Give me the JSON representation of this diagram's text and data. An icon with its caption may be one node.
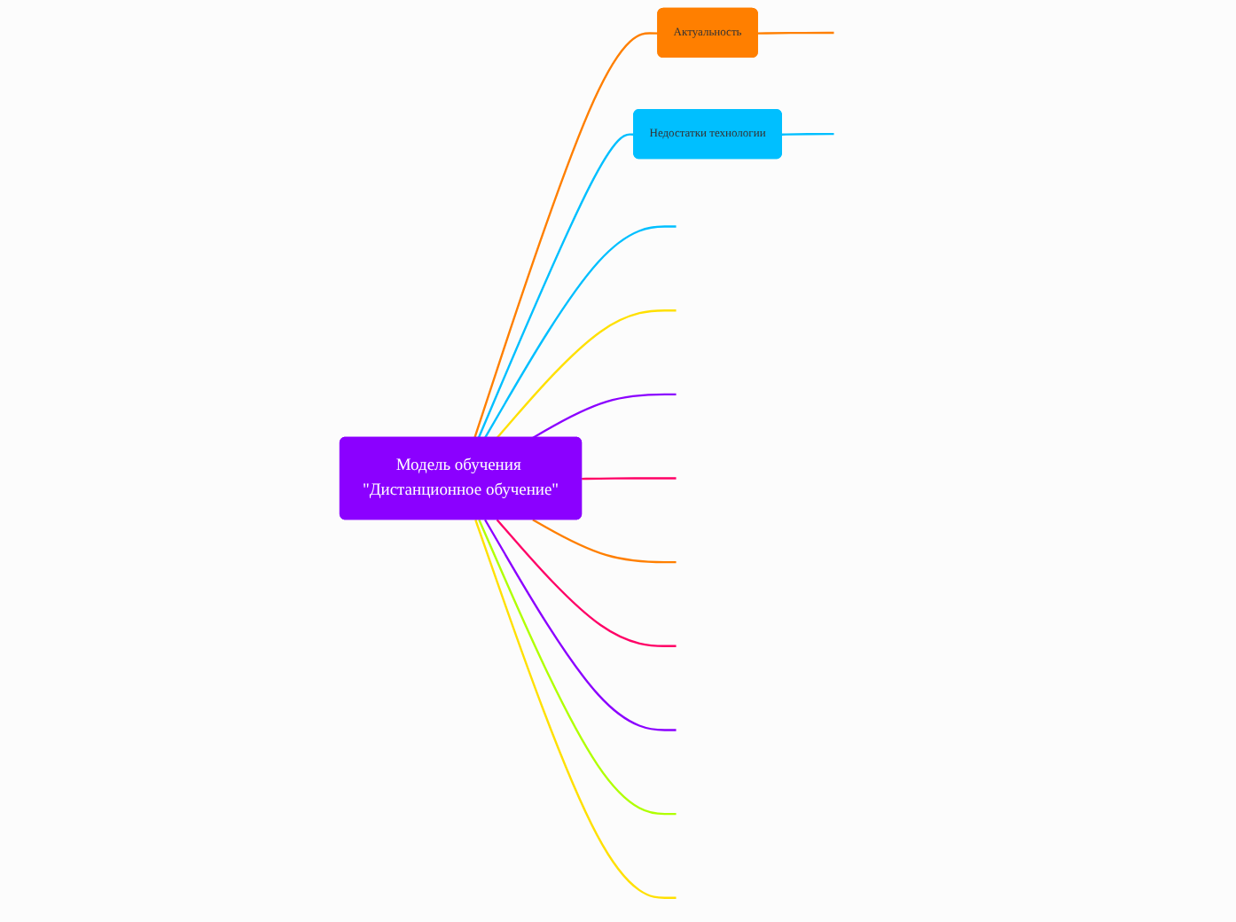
{
  "diagram": {
    "nodes": [
      {
        "text": [
          "Модель обучения \"Дистанционное обучение\""
        ]
      },
      {
        "text": [
          "Актуальность"
        ]
      },
      {
        "text": [
          "Недостатки технологии"
        ]
      }
    ],
    "edges": [
      {
        "from": 0,
        "to": 1,
        "arrow": "none",
        "color": "#ff7f00"
      },
      {
        "from": 0,
        "to": 2,
        "arrow": "none",
        "color": "#00bfff"
      },
      {
        "from": 0,
        "to": null,
        "arrow": "none",
        "color": "#00bfff"
      },
      {
        "from": 0,
        "to": null,
        "arrow": "none",
        "color": "#ffe000"
      },
      {
        "from": 0,
        "to": null,
        "arrow": "none",
        "color": "#8b00ff"
      },
      {
        "from": 0,
        "to": null,
        "arrow": "none",
        "color": "#ff0066"
      },
      {
        "from": 0,
        "to": null,
        "arrow": "none",
        "color": "#ff7f00"
      },
      {
        "from": 0,
        "to": null,
        "arrow": "none",
        "color": "#ff0066"
      },
      {
        "from": 0,
        "to": null,
        "arrow": "none",
        "color": "#8b00ff"
      },
      {
        "from": 0,
        "to": null,
        "arrow": "none",
        "color": "#b0ff00"
      },
      {
        "from": 0,
        "to": null,
        "arrow": "none",
        "color": "#ffe000"
      },
      {
        "from": 1,
        "to": null,
        "arrow": "none",
        "color": "#ff7f00"
      },
      {
        "from": 2,
        "to": null,
        "arrow": "none",
        "color": "#00bfff"
      }
    ]
  }
}
